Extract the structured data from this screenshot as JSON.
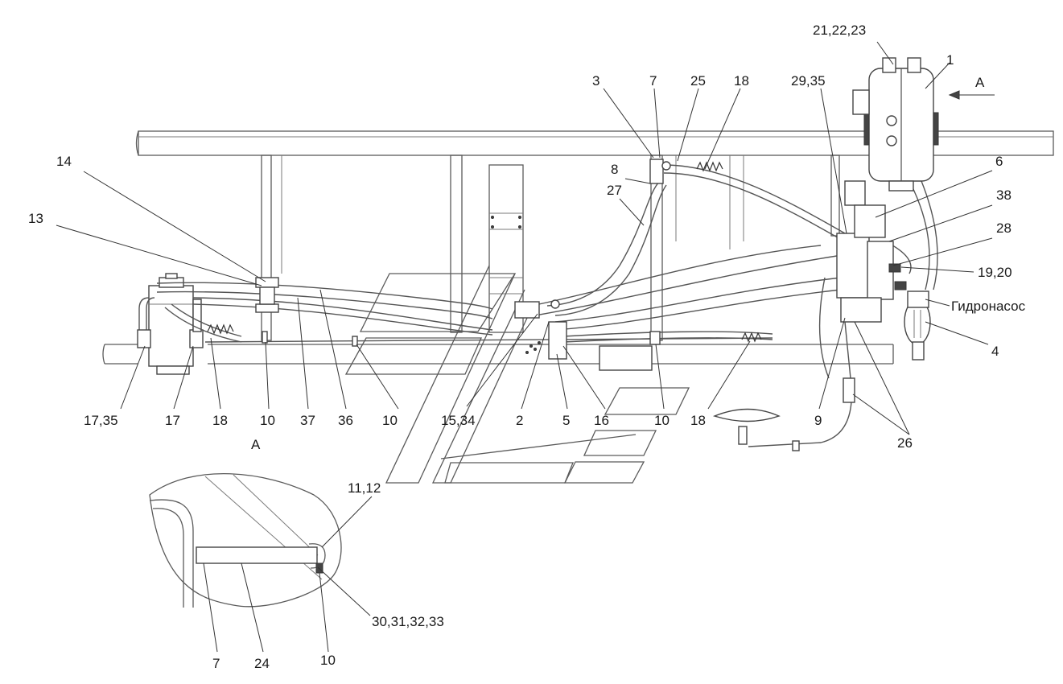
{
  "callouts": {
    "c_21_22_23": "21,22,23",
    "c_1": "1",
    "c_A_arrow": "A",
    "c_3": "3",
    "c_7_top": "7",
    "c_25": "25",
    "c_18_top": "18",
    "c_29_35": "29,35",
    "c_14": "14",
    "c_6": "6",
    "c_8": "8",
    "c_27": "27",
    "c_38": "38",
    "c_13": "13",
    "c_28": "28",
    "c_19_20": "19,20",
    "c_pump": "Гидронасос",
    "c_4": "4",
    "c_17_35": "17,35",
    "c_17": "17",
    "c_18_left": "18",
    "c_10_a": "10",
    "c_37": "37",
    "c_36": "36",
    "c_10_b": "10",
    "c_15_34": "15,34",
    "c_2": "2",
    "c_5": "5",
    "c_16": "16",
    "c_10_c": "10",
    "c_18_bottom": "18",
    "c_9": "9",
    "c_26": "26",
    "c_A_view": "A",
    "c_11_12": "11,12",
    "c_30_33": "30,31,32,33",
    "c_7_detail": "7",
    "c_24": "24",
    "c_10_detail": "10"
  },
  "colors": {
    "line": "#5a5a5a",
    "text": "#1a1a1a",
    "background": "#ffffff"
  }
}
